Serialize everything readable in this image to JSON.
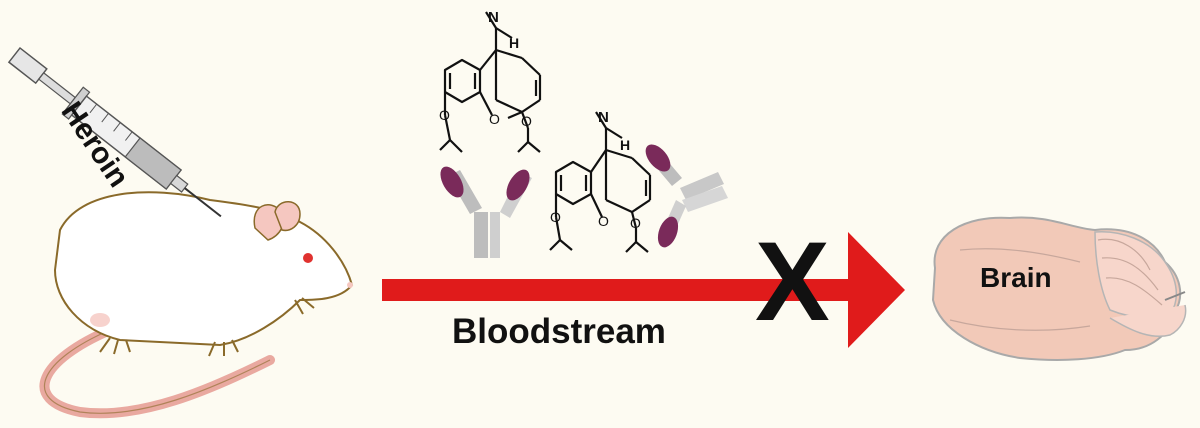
{
  "labels": {
    "heroin": "Heroin",
    "bloodstream": "Bloodstream",
    "brain": "Brain",
    "block": "X"
  },
  "molecule": {
    "n": "N",
    "h": "H",
    "o": "O"
  },
  "colors": {
    "background": "#fdfbf2",
    "arrow": "#e01b1b",
    "antibody_fc": "#bdbdbd",
    "antibody_fab": "#7a2a5a",
    "brain": "#f2c9b8",
    "rat_outline": "#8a6a2a",
    "rat_ear": "#f5c7c0",
    "rat_eye": "#e0322f"
  },
  "icons": [
    "syringe-icon",
    "rat-illustration",
    "heroin-molecule",
    "antibody-icon",
    "brain-illustration"
  ]
}
